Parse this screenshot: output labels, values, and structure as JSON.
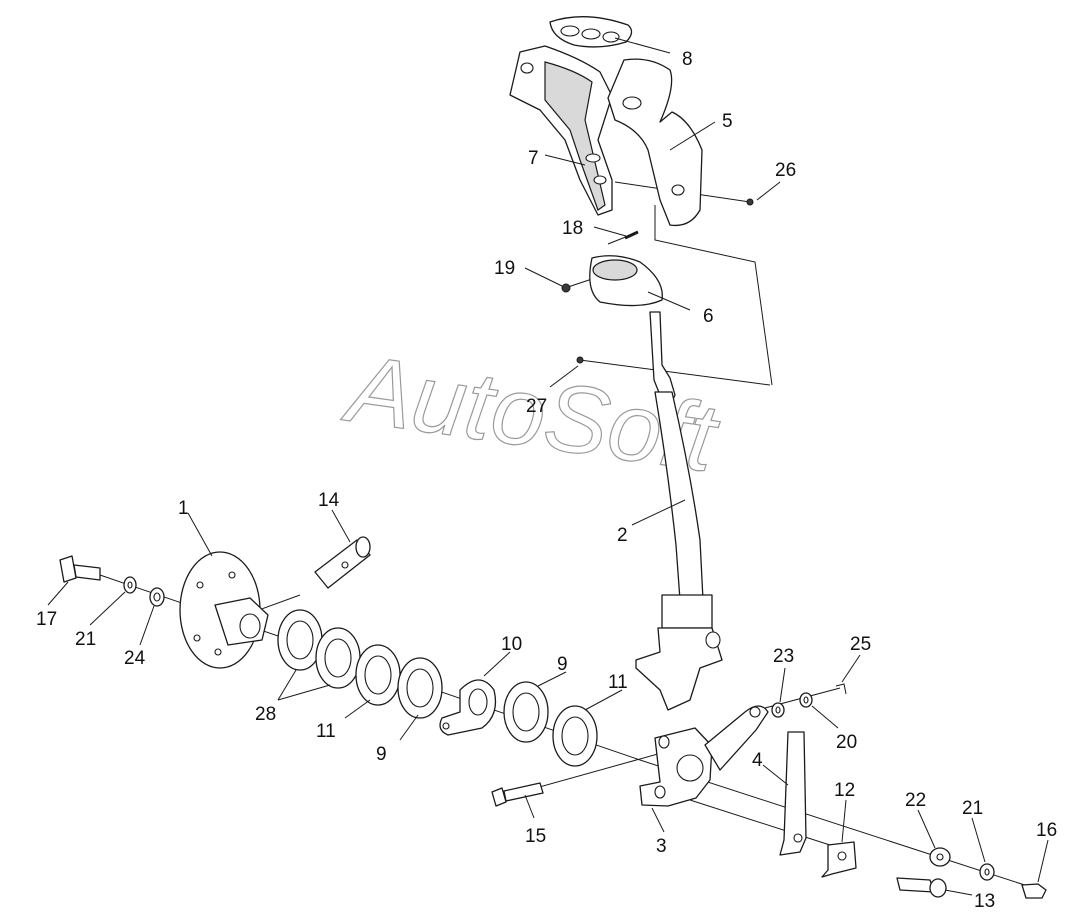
{
  "watermark": "AutoSoft",
  "callouts": [
    {
      "id": "c1",
      "label": "1"
    },
    {
      "id": "c2",
      "label": "2"
    },
    {
      "id": "c3",
      "label": "3"
    },
    {
      "id": "c4",
      "label": "4"
    },
    {
      "id": "c5",
      "label": "5"
    },
    {
      "id": "c6",
      "label": "6"
    },
    {
      "id": "c7",
      "label": "7"
    },
    {
      "id": "c8",
      "label": "8"
    },
    {
      "id": "c9a",
      "label": "9"
    },
    {
      "id": "c9b",
      "label": "9"
    },
    {
      "id": "c10",
      "label": "10"
    },
    {
      "id": "c11a",
      "label": "11"
    },
    {
      "id": "c11b",
      "label": "11"
    },
    {
      "id": "c12",
      "label": "12"
    },
    {
      "id": "c13",
      "label": "13"
    },
    {
      "id": "c14",
      "label": "14"
    },
    {
      "id": "c15",
      "label": "15"
    },
    {
      "id": "c16",
      "label": "16"
    },
    {
      "id": "c17",
      "label": "17"
    },
    {
      "id": "c18",
      "label": "18"
    },
    {
      "id": "c19",
      "label": "19"
    },
    {
      "id": "c20",
      "label": "20"
    },
    {
      "id": "c21a",
      "label": "21"
    },
    {
      "id": "c21b",
      "label": "21"
    },
    {
      "id": "c22",
      "label": "22"
    },
    {
      "id": "c23",
      "label": "23"
    },
    {
      "id": "c24",
      "label": "24"
    },
    {
      "id": "c25",
      "label": "25"
    },
    {
      "id": "c26",
      "label": "26"
    },
    {
      "id": "c27",
      "label": "27"
    },
    {
      "id": "c28",
      "label": "28"
    }
  ]
}
